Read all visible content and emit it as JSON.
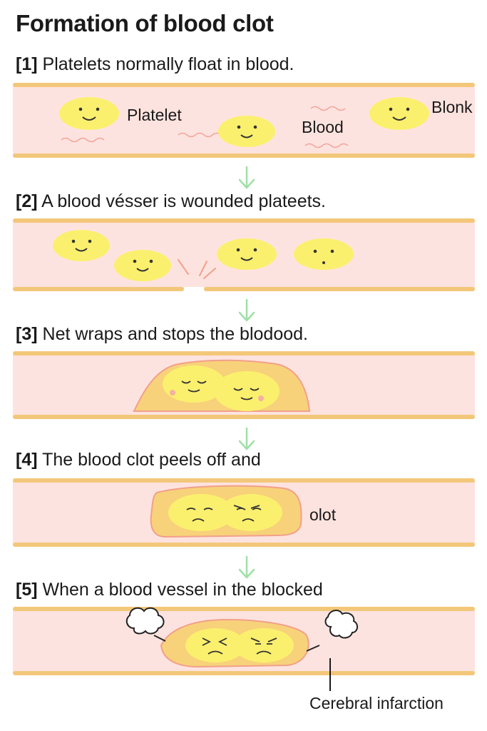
{
  "title": "Formation of blood clot",
  "steps": [
    {
      "num": "[1]",
      "text": "Platelets normally float in blood.",
      "labels": {
        "platelet": "Platelet",
        "blood": "Blood",
        "blonk": "Blonk"
      }
    },
    {
      "num": "[2]",
      "text": "A blood vésser is wounded plateets."
    },
    {
      "num": "[3]",
      "text": "Net wraps and stops the blodood."
    },
    {
      "num": "[4]",
      "text": "The blood clot peels off and",
      "labels": {
        "clot": "olot"
      }
    },
    {
      "num": "[5]",
      "text": "When a blood vessel in the blocked",
      "labels": {
        "infarction": "Cerebral infarction"
      }
    }
  ],
  "colors": {
    "vessel_fill": "#fde3df",
    "vessel_wall": "#f3c77a",
    "platelet": "#fbf06e",
    "clot_fill": "#f7d27a",
    "clot_edge": "#f2a08a",
    "arrow": "#9fe0a6"
  }
}
